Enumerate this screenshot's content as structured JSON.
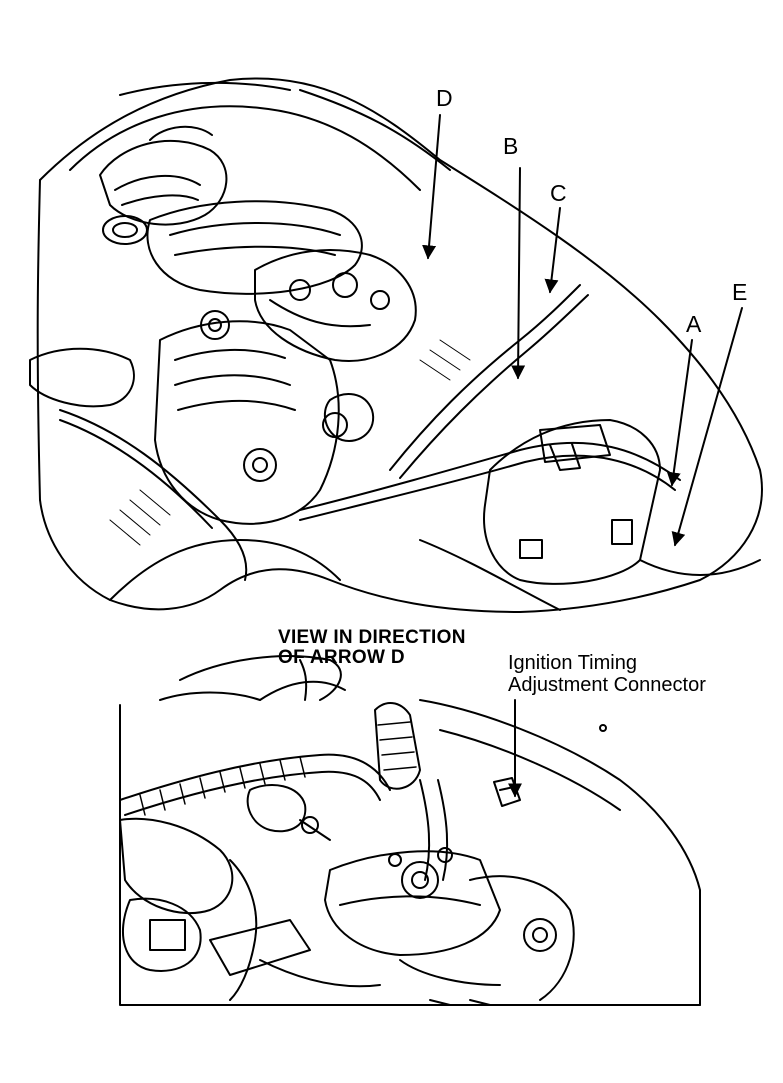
{
  "callouts": {
    "a": "A",
    "b": "B",
    "c": "C",
    "d": "D",
    "e": "E"
  },
  "inset_heading": {
    "line1": "VIEW IN DIRECTION",
    "line2": "OF ARROW D"
  },
  "connector_label": {
    "line1": "Ignition Timing",
    "line2": "Adjustment Connector"
  },
  "colors": {
    "ink": "#000000",
    "paper": "#ffffff"
  }
}
